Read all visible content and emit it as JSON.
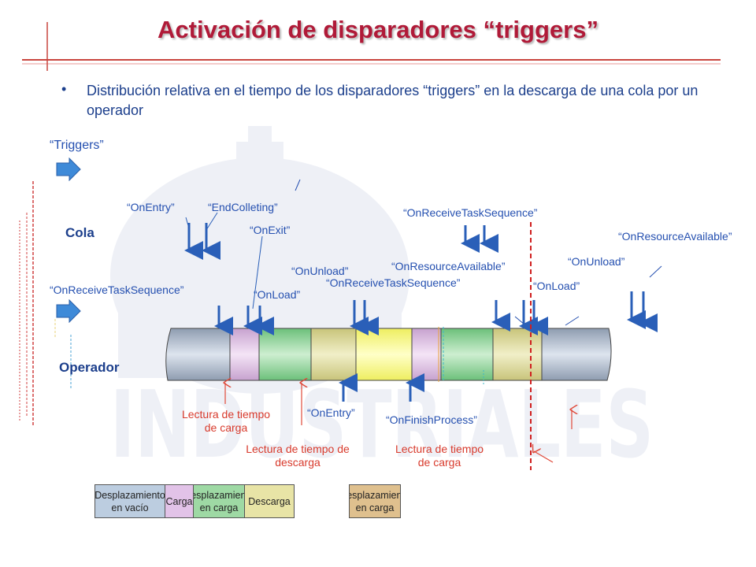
{
  "title": "Activación de disparadores “triggers”",
  "bullet": "Distribución relativa en el tiempo de los disparadores “triggers” en la descarga de una cola por un operador",
  "triggers_label": "“Triggers”",
  "row_labels": {
    "cola": "Cola",
    "operador": "Operador"
  },
  "trigger_labels": {
    "onentry_top": "“OnEntry”",
    "endcolleting": "“EndColleting”",
    "onexit": "“OnExit”",
    "onunload_1": "“OnUnload”",
    "onload_1": "“OnLoad”",
    "onreceive_left": "“OnReceiveTaskSequence”",
    "onreceive_mid": "“OnReceiveTaskSequence”",
    "onreceive_top": "“OnReceiveTaskSequence”",
    "onresource_mid": "“OnResourceAvailable”",
    "onresource_right": "“OnResourceAvailable”",
    "onunload_2": "“OnUnload”",
    "onload_2": "“OnLoad”",
    "onentry_bottom": "“OnEntry”",
    "onfinish": "“OnFinishProcess”"
  },
  "readings": {
    "carga_1": "Lectura de tiempo de carga",
    "descarga": "Lectura de tiempo de descarga",
    "carga_2": "Lectura de tiempo de carga"
  },
  "legend": [
    {
      "label": "Desplazamiento en vacío",
      "color": "#bccde0"
    },
    {
      "label": "Carga",
      "color": "#e2c3e8"
    },
    {
      "label": "Desplazamiento en carga",
      "color": "#9ed9a4"
    },
    {
      "label": "Descarga",
      "color": "#e8e4a6"
    },
    {
      "label": "Desplazamiento en carga",
      "color": "#dfc08e"
    }
  ],
  "watermark": "INDUSTRIALES"
}
